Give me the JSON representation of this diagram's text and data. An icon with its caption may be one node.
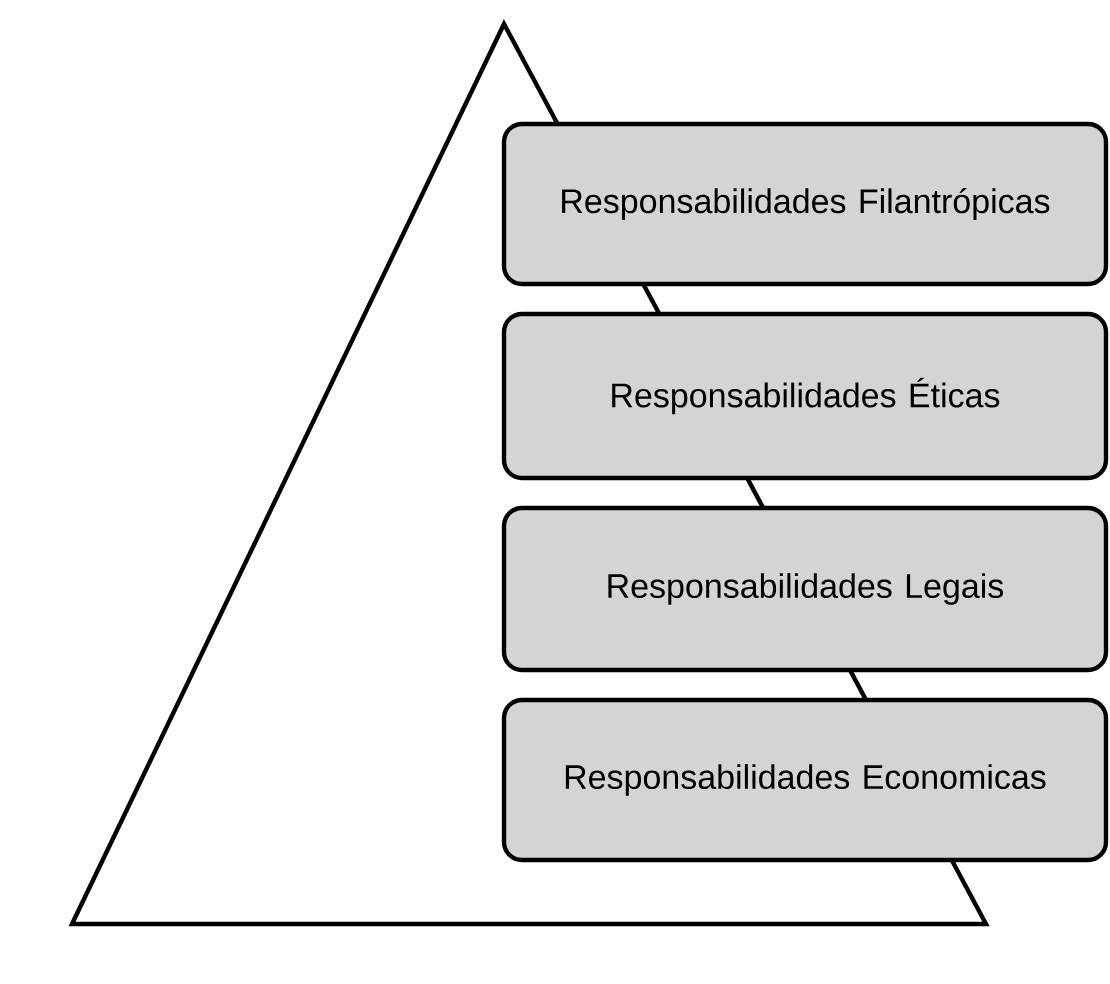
{
  "diagram": {
    "nodes": [
      {
        "text": [
          "Responsabilidades Filantrópicas"
        ]
      },
      {
        "text": [
          "Responsabilidades Éticas"
        ]
      },
      {
        "text": [
          "Responsabilidades Legais"
        ]
      },
      {
        "text": [
          "Responsabilidades Economicas"
        ]
      }
    ]
  }
}
